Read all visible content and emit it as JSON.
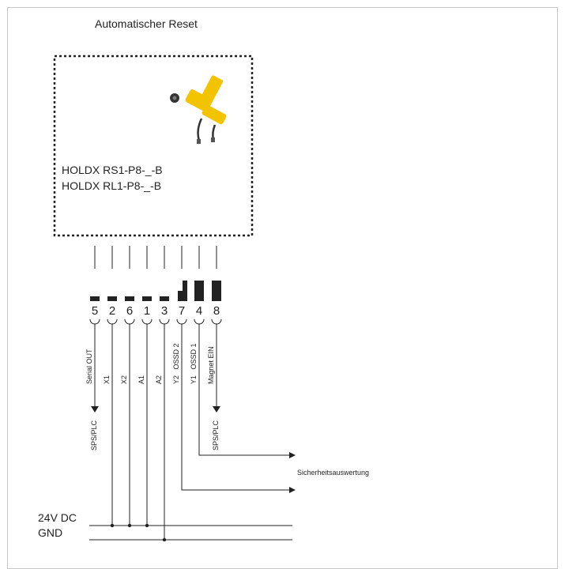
{
  "title": "Automatischer Reset",
  "device": {
    "models": [
      "HOLDX RS1-P8-_-B",
      "HOLDX RL1-P8-_-B"
    ],
    "image_icon": "door-sensor-product-photo"
  },
  "pins": [
    {
      "number": "5",
      "signal": "Serial OUT",
      "marker": "short"
    },
    {
      "number": "2",
      "signal": "X1",
      "marker": "short"
    },
    {
      "number": "6",
      "signal": "X2",
      "marker": "short"
    },
    {
      "number": "1",
      "signal": "A1",
      "marker": "short"
    },
    {
      "number": "3",
      "signal": "A2",
      "marker": "short"
    },
    {
      "number": "7",
      "signal": "Y2   OSSD 2",
      "marker": "step"
    },
    {
      "number": "4",
      "signal": "Y1   OSSD 1",
      "marker": "tall"
    },
    {
      "number": "8",
      "signal": "Magnet EIN",
      "marker": "tall"
    }
  ],
  "plc_labels": [
    "SPS/PLC",
    "SPS/PLC"
  ],
  "safety_label": "Sicherheitsauswertung",
  "rails": {
    "dc": "24V DC",
    "gnd": "GND"
  },
  "colors": {
    "line": "#222222",
    "frame": "#c8c8c8",
    "sensor_yellow": "#f2c400"
  }
}
